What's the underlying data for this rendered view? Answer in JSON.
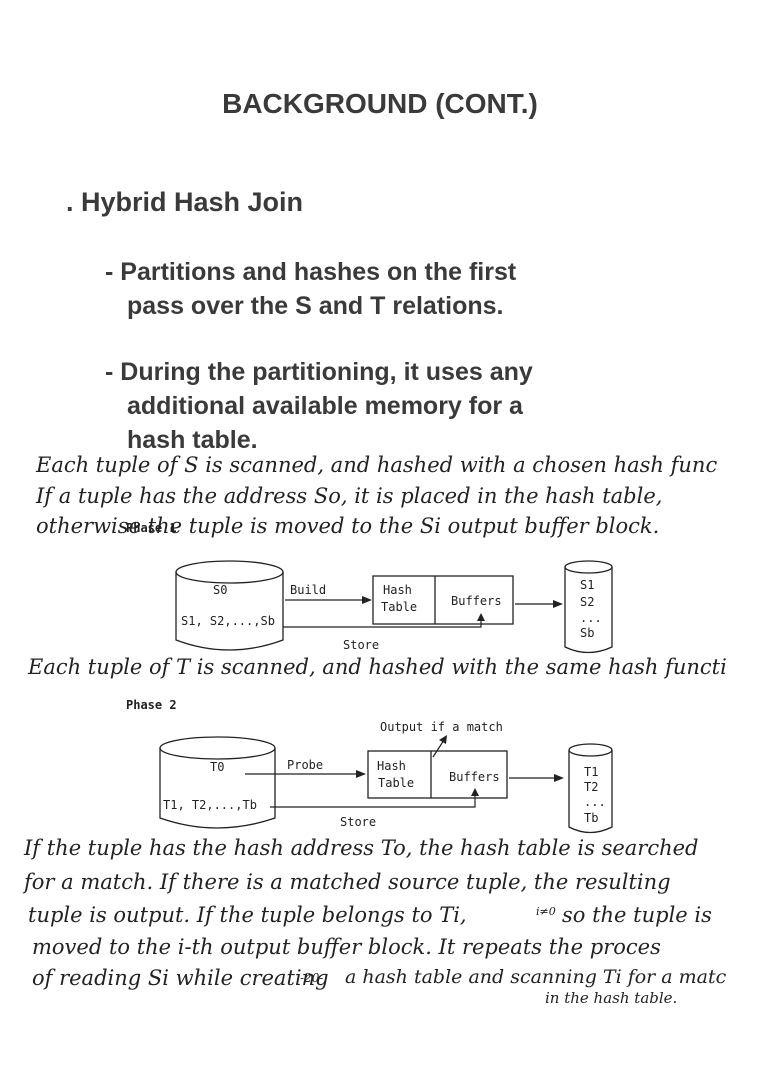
{
  "title": "BACKGROUND (CONT.)",
  "bullets": {
    "main": ". Hybrid Hash Join",
    "sub1_line1": "- Partitions and hashes on the first",
    "sub1_line2": "pass over the S and T relations.",
    "sub2_line1": "- During the partitioning, it uses any",
    "sub2_line2": "additional available memory for a",
    "sub2_line3": "hash table."
  },
  "handwritten": {
    "note1_line1": "Each tuple of S is scanned, and hashed with a chosen hash func",
    "note1_line2": "If a tuple has the address So, it is placed in the hash table,",
    "note1_line3": "otherwise the tuple is moved to the Si output buffer block.",
    "note2": "Each tuple of T is scanned, and hashed with the same hash functi",
    "note3_line1": "If the tuple has the hash address To, the hash table is searched",
    "note3_line2": "for a match. If there is a matched source tuple, the resulting",
    "note3_line3": "tuple is output.   If the tuple belongs to Ti,",
    "note3_line3_tail": "so the tuple is",
    "note3_line4": "moved to the i-th output buffer block. It repeats the proces",
    "note3_line5": "of reading Si while creating",
    "note3_line5_tail": "a hash table and scanning Ti for a matc",
    "note3_line6": "in the hash table.",
    "margin_mark": "i≠0",
    "page_number": "-20-"
  },
  "phase1": {
    "label": "Phase 1",
    "source_top": "S0",
    "source_bottom": "S1, S2,...,Sb",
    "arrow_build": "Build",
    "hash_table_line1": "Hash",
    "hash_table_line2": "Table",
    "buffers": "Buffers",
    "store": "Store",
    "out1": "S1",
    "out2": "S2",
    "out3": "...",
    "out4": "Sb"
  },
  "phase2": {
    "label": "Phase 2",
    "output_match": "Output if a match",
    "source_top": "T0",
    "source_bottom": "T1, T2,...,Tb",
    "arrow_probe": "Probe",
    "hash_table_line1": "Hash",
    "hash_table_line2": "Table",
    "buffers": "Buffers",
    "store": "Store",
    "out1": "T1",
    "out2": "T2",
    "out3": "...",
    "out4": "Tb"
  }
}
